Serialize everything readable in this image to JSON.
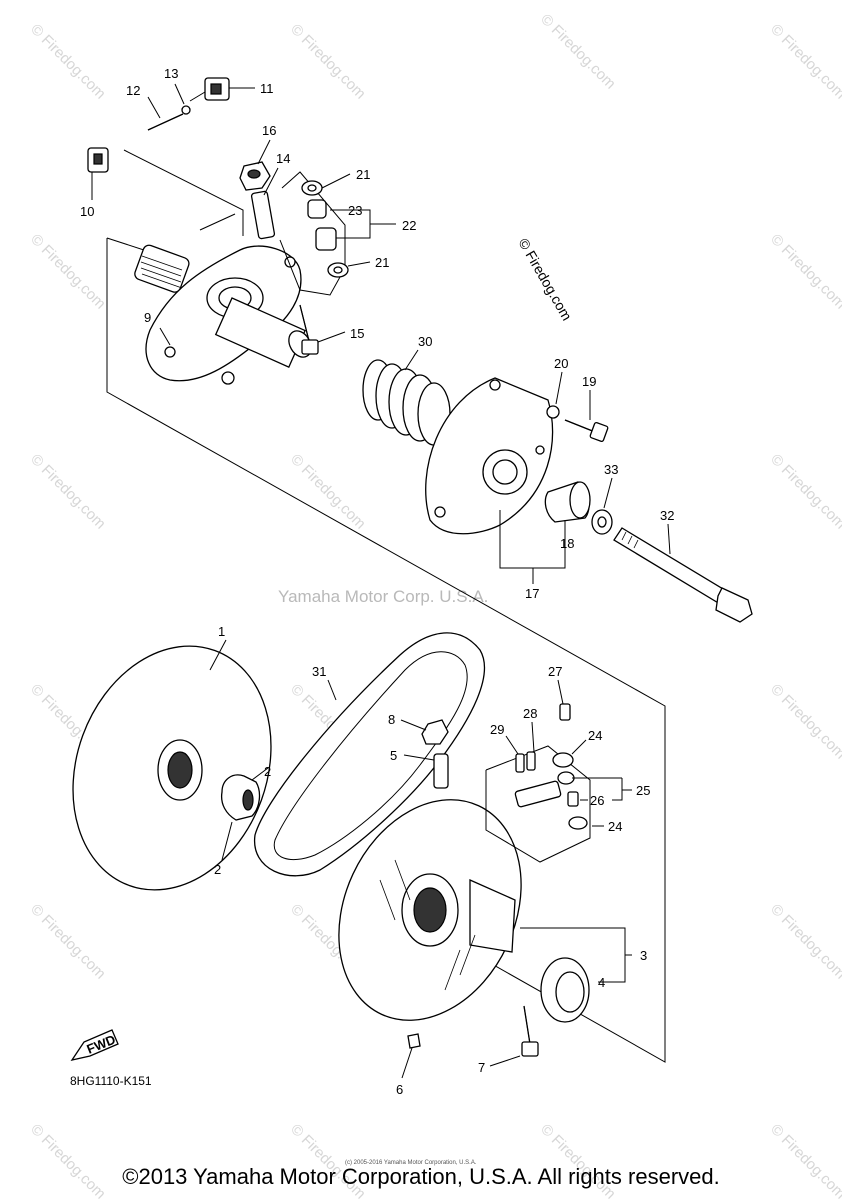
{
  "watermark": {
    "tile_text": "© Firedog.com",
    "center_text": "Yamaha Motor Corp. U.S.A.",
    "copyright_mark": "© Firedog.com"
  },
  "diagram_code": "8HG1110-K151",
  "fwd_badge": "FWD",
  "tiny_notice": "(c) 2005-2016 Yamaha Motor Corporation, U.S.A.",
  "footer": "©2013 Yamaha Motor Corporation, U.S.A. All rights reserved.",
  "callouts": [
    {
      "id": "1",
      "label": "1"
    },
    {
      "id": "2a",
      "label": "2"
    },
    {
      "id": "2b",
      "label": "2"
    },
    {
      "id": "3",
      "label": "3"
    },
    {
      "id": "4",
      "label": "4"
    },
    {
      "id": "5",
      "label": "5"
    },
    {
      "id": "6",
      "label": "6"
    },
    {
      "id": "7",
      "label": "7"
    },
    {
      "id": "8",
      "label": "8"
    },
    {
      "id": "9",
      "label": "9"
    },
    {
      "id": "10",
      "label": "10"
    },
    {
      "id": "11",
      "label": "11"
    },
    {
      "id": "12",
      "label": "12"
    },
    {
      "id": "13",
      "label": "13"
    },
    {
      "id": "14",
      "label": "14"
    },
    {
      "id": "15",
      "label": "15"
    },
    {
      "id": "16",
      "label": "16"
    },
    {
      "id": "17",
      "label": "17"
    },
    {
      "id": "18",
      "label": "18"
    },
    {
      "id": "19",
      "label": "19"
    },
    {
      "id": "20",
      "label": "20"
    },
    {
      "id": "21a",
      "label": "21"
    },
    {
      "id": "21b",
      "label": "21"
    },
    {
      "id": "22",
      "label": "22"
    },
    {
      "id": "23",
      "label": "23"
    },
    {
      "id": "24a",
      "label": "24"
    },
    {
      "id": "24b",
      "label": "24"
    },
    {
      "id": "25",
      "label": "25"
    },
    {
      "id": "26",
      "label": "26"
    },
    {
      "id": "27",
      "label": "27"
    },
    {
      "id": "28",
      "label": "28"
    },
    {
      "id": "29",
      "label": "29"
    },
    {
      "id": "30",
      "label": "30"
    },
    {
      "id": "31",
      "label": "31"
    },
    {
      "id": "32",
      "label": "32"
    },
    {
      "id": "33",
      "label": "33"
    }
  ]
}
